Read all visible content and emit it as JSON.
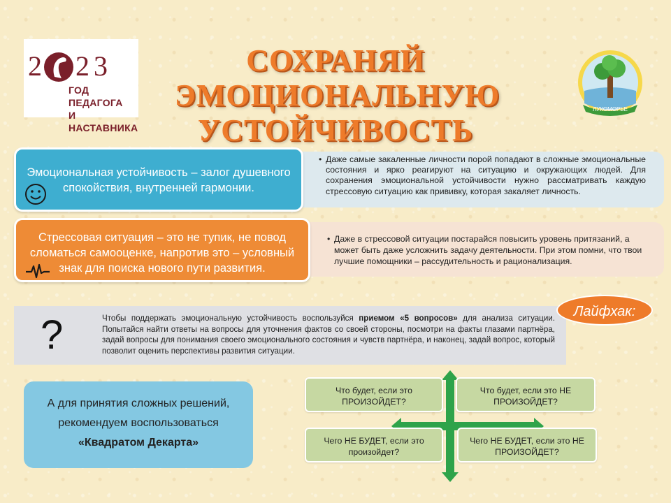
{
  "logo_left": {
    "year_text": "2023",
    "label_line1": "ГОД ПЕДАГОГА",
    "label_line2": "И НАСТАВНИКА"
  },
  "title": {
    "line1": "СОХРАНЯЙ",
    "line2": "ЭМОЦИОНАЛЬНУЮ",
    "line3": "УСТОЙЧИВОСТЬ"
  },
  "logo_right": {
    "text": "ЛУКОМОРЬЕ"
  },
  "row1": {
    "box_text": "Эмоциональная устойчивость – залог душевного спокойствия, внутренней гармонии.",
    "note": "Даже самые закаленные личности порой попадают в сложные эмоциональные состояния и ярко реагируют на ситуацию и окружающих людей. Для сохранения эмоциональной устойчивости нужно рассматривать каждую стрессовую ситуацию как прививку, которая закаляет личность.",
    "color": "#3eaed0"
  },
  "row2": {
    "box_text": "Стрессовая ситуация – это не тупик, не повод сломаться самооценке, напротив это – условный знак для поиска нового пути развития.",
    "note": "Даже в стрессовой ситуации постарайся повысить уровень притязаний, а может быть даже усложнить задачу деятельности. При этом помни, что твои лучшие помощники – рассудительность и рационализация.",
    "color": "#ee8b36"
  },
  "lifehack": {
    "badge": "Лайфхак:",
    "question_mark": "?",
    "text_before": "Чтобы поддержать эмоциональную устойчивость воспользуйся ",
    "text_bold": "приемом «5 вопросов»",
    "text_after": " для анализа ситуации. Попытайся найти ответы на вопросы для уточнения фактов со своей стороны, посмотри на факты глазами партнёра, задай вопросы для понимания своего эмоционального состояния и чувств партнёра, и наконец, задай вопрос, который позволит оценить перспективы развития ситуации."
  },
  "decart": {
    "line1": "А для принятия сложных решений,",
    "line2": "рекомендуем воспользоваться",
    "bold": "«Квадратом Декарта»"
  },
  "quadrant": {
    "q1": "Что будет, если это ПРОИЗОЙДЕТ?",
    "q2": "Что будет, если это НЕ ПРОИЗОЙДЕТ?",
    "q3": "Чего НЕ БУДЕТ, если это произойдет?",
    "q4": "Чего НЕ БУДЕТ, если это НЕ ПРОИЗОЙДЕТ?",
    "arrow_color": "#2ea34a"
  },
  "colors": {
    "title": "#ee7b2a",
    "background": "#f8ecc8"
  },
  "icons": [
    "pelican-logo",
    "smiley-icon",
    "pulse-icon",
    "tree-emblem-icon",
    "cross-arrows-icon"
  ]
}
